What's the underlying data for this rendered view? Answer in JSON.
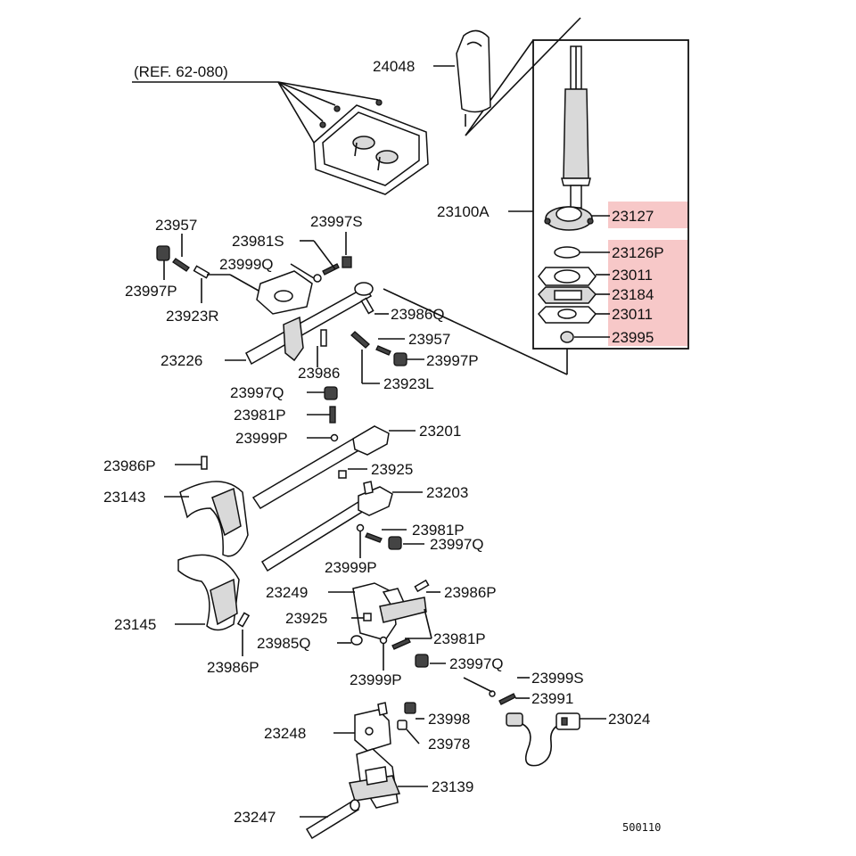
{
  "highlight_color": "#f7c8c8",
  "diagram_code": "500110",
  "ref_note": "(REF. 62-080)",
  "labels": {
    "p24048": "24048",
    "p23100A": "23100A",
    "p23127": "23127",
    "p23126P": "23126P",
    "p23011a": "23011",
    "p23184": "23184",
    "p23011b": "23011",
    "p23995": "23995",
    "p23957a": "23957",
    "p23997Sa": "23997S",
    "p23981Sa": "23981S",
    "p23999Q": "23999Q",
    "p23997P": "23997P",
    "p23923R": "23923R",
    "p23986Q": "23986Q",
    "p23957b": "23957",
    "p23997Pb": "23997P",
    "p23226": "23226",
    "p23986": "23986",
    "p23923L": "23923L",
    "p23997Qa": "23997Q",
    "p23981Pa": "23981P",
    "p23999Pa": "23999P",
    "p23201": "23201",
    "p23986Pa": "23986P",
    "p23925a": "23925",
    "p23143": "23143",
    "p23203": "23203",
    "p23981Pb": "23981P",
    "p23997Qb": "23997Q",
    "p23999Pb": "23999P",
    "p23249": "23249",
    "p23986Pb": "23986P",
    "p23925b": "23925",
    "p23145": "23145",
    "p23985Q": "23985Q",
    "p23981Pc": "23981P",
    "p23986Pc": "23986P",
    "p23997Qc": "23997Q",
    "p23999Pc": "23999P",
    "p23999S": "23999S",
    "p23991": "23991",
    "p23024": "23024",
    "p23998": "23998",
    "p23248": "23248",
    "p23978": "23978",
    "p23139": "23139",
    "p23247": "23247"
  }
}
